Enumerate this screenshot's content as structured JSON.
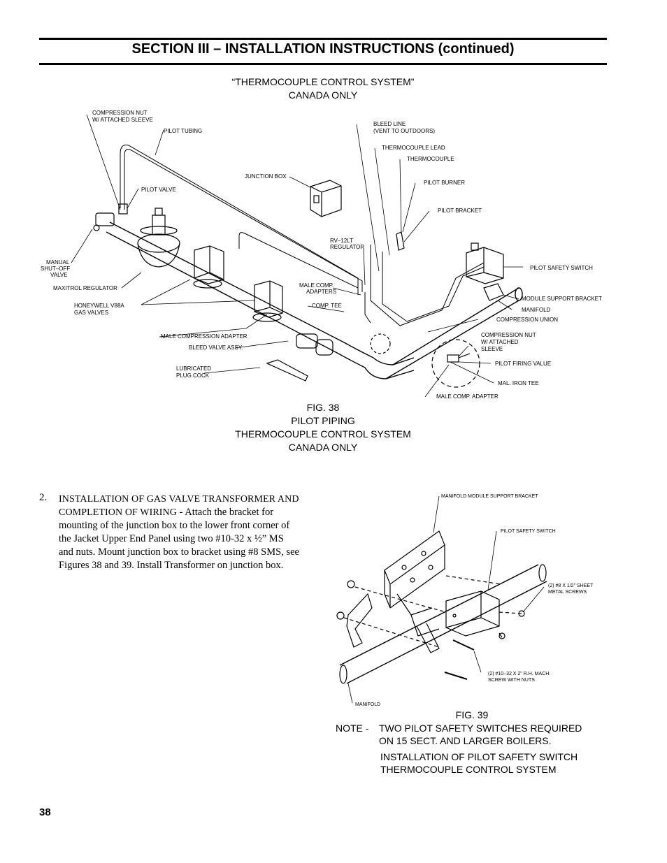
{
  "section_title": "SECTION  III – INSTALLATION  INSTRUCTIONS (continued)",
  "fig38": {
    "heading_line1": "“THERMOCOUPLE CONTROL SYSTEM”",
    "heading_line2": "CANADA ONLY",
    "labels": {
      "compression_nut_1": "COMPRESSION NUT",
      "compression_nut_2": "W/ ATTACHED SLEEVE",
      "pilot_tubing": "PILOT TUBING",
      "pilot_valve": "PILOT VALVE",
      "manual_1": "MANUAL",
      "manual_2": "SHUT–OFF",
      "manual_3": "VALVE",
      "maxitrol": "MAXITROL REGULATOR",
      "honeywell_1": "HONEYWELL V88A",
      "honeywell_2": "GAS VALVES",
      "male_comp_adapter": "MALE COMPRESSION ADAPTER",
      "bleed_valve": "BLEED VALVE ASSY.",
      "plug_cock_1": "LUBRICATED",
      "plug_cock_2": "PLUG COCK",
      "junction_box": "JUNCTION BOX",
      "rv12lt_1": "RV–12LT",
      "rv12lt_2": "REGULATOR",
      "male_comp_adapters_1": "MALE COMP.",
      "male_comp_adapters_2": "ADAPTERS",
      "comp_tee": "COMP. TEE",
      "bleed_line_1": "BLEED LINE",
      "bleed_line_2": "(VENT TO OUTDOORS)",
      "thermocouple_lead": "THERMOCOUPLE LEAD",
      "thermocouple": "THERMOCOUPLE",
      "pilot_burner": "PILOT BURNER",
      "pilot_bracket": "PILOT BRACKET",
      "pilot_safety_switch": "PILOT SAFETY SWITCH",
      "module_support_bracket": "MODULE SUPPORT BRACKET",
      "manifold": "MANIFOLD",
      "compression_union": "COMPRESSION UNION",
      "comp_nut_sleeve_1": "COMPRESSION NUT",
      "comp_nut_sleeve_2": "W/ ATTACHED",
      "comp_nut_sleeve_3": "SLEEVE",
      "pilot_firing_valve": "PILOT FIRING VALUE",
      "mal_iron_tee": "MAL. IRON TEE",
      "male_comp_adapter_2": "MALE COMP. ADAPTER"
    },
    "caption_line1": "FIG. 38",
    "caption_line2": "PILOT PIPING",
    "caption_line3": "THERMOCOUPLE CONTROL SYSTEM",
    "caption_line4": "CANADA ONLY"
  },
  "step": {
    "number": "2.",
    "heading": "INSTALLATION OF GAS VALVE TRANSFORMER AND COMPLETION OF WIRING",
    "body": " - Attach the bracket for mounting of the junction box to the lower front corner of the Jacket Upper End Panel using two #10-32 x ½” MS and nuts.  Mount junction box to bracket using #8 SMS, see Figures 38 and 39.  Install Transformer on junction box."
  },
  "fig39": {
    "labels": {
      "module_bracket": "MANIFOLD MODULE SUPPORT BRACKET",
      "pilot_safety_switch": "PILOT SAFETY SWITCH",
      "sheet_screws_1": "(2) #8 X 1/2\" SHEET",
      "sheet_screws_2": "METAL SCREWS",
      "mach_screw_1": "(2) #10–32 X 2\" R.H. MACH.",
      "mach_screw_2": "SCREW WITH NUTS",
      "manifold": "MANIFOLD"
    },
    "label": "FIG. 39",
    "note_tag": "NOTE -",
    "note_line1": "TWO PILOT SAFETY SWITCHES REQUIRED",
    "note_line2": "ON 15 SECT. AND LARGER BOILERS.",
    "caption_line1": "INSTALLATION OF PILOT SAFETY SWITCH",
    "caption_line2": "THERMOCOUPLE CONTROL SYSTEM"
  },
  "page_number": "38"
}
